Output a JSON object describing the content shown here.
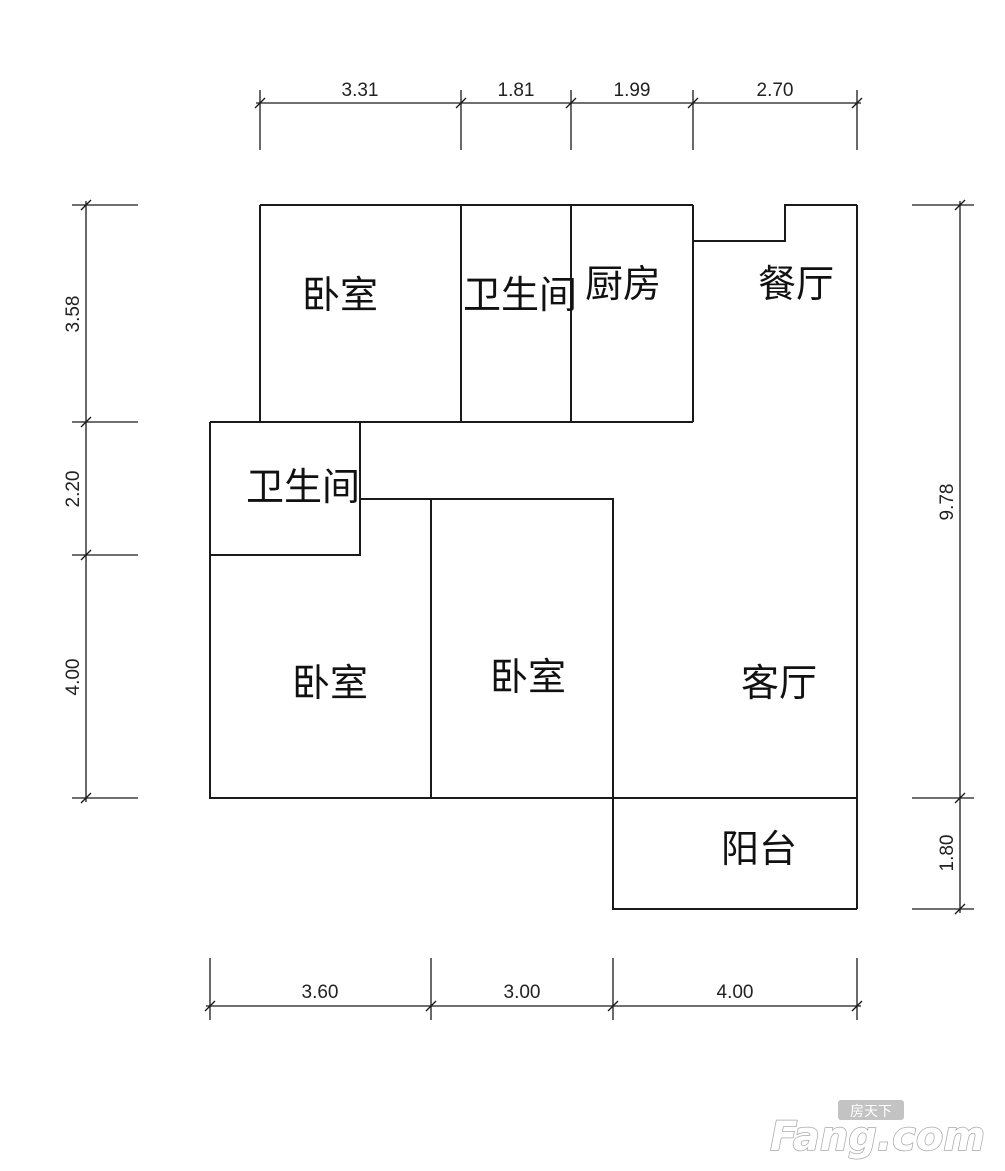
{
  "rooms": {
    "bedroom_north": "卧室",
    "bathroom_north": "卫生间",
    "kitchen": "厨房",
    "dining": "餐厅",
    "bathroom_west": "卫生间",
    "bedroom_southwest": "卧室",
    "bedroom_south": "卧室",
    "living": "客厅",
    "balcony": "阳台"
  },
  "dimensions": {
    "top": [
      "3.31",
      "1.81",
      "1.99",
      "2.70"
    ],
    "bottom": [
      "3.60",
      "3.00",
      "4.00"
    ],
    "left": [
      "3.58",
      "2.20",
      "4.00"
    ],
    "right": [
      "9.78",
      "1.80"
    ]
  },
  "watermark": {
    "cn": "房天下",
    "en": "Fang.com"
  }
}
